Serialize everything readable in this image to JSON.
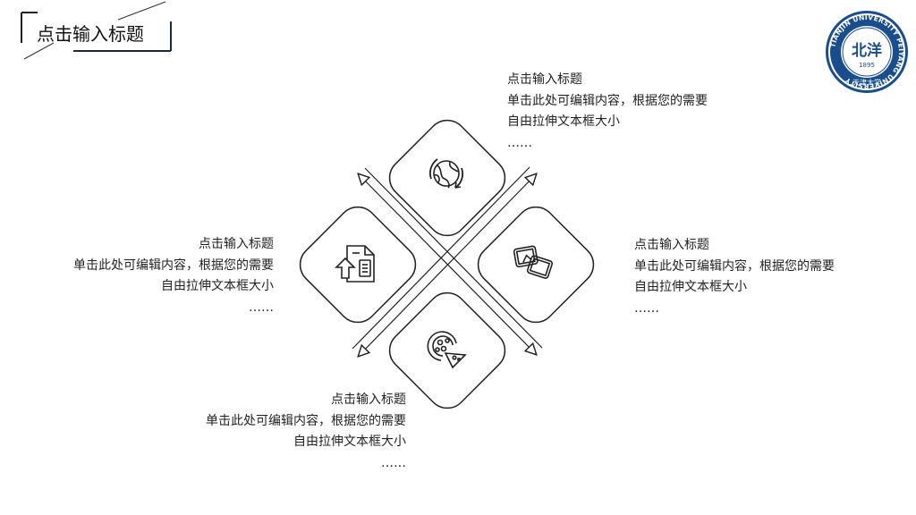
{
  "header": {
    "title": "点击输入标题"
  },
  "logo": {
    "ring_text": "TIANJIN UNIVERSITY PEIYANG UNIVERSITY",
    "center_text": "北洋",
    "year": "1895",
    "bottom_text": "天津大学",
    "color": "#1a4d8c"
  },
  "items": [
    {
      "title": "点击输入标题",
      "line1": "单击此处可编辑内容，根据您的需要",
      "line2": "自由拉伸文本框大小",
      "ellipsis": "……",
      "icon": "globe-refresh-icon"
    },
    {
      "title": "点击输入标题",
      "line1": "单击此处可编辑内容，根据您的需要",
      "line2": "自由拉伸文本框大小",
      "ellipsis": "……",
      "icon": "photos-icon"
    },
    {
      "title": "点击输入标题",
      "line1": "单击此处可编辑内容，根据您的需要",
      "line2": "自由拉伸文本框大小",
      "ellipsis": "……",
      "icon": "pizza-icon"
    },
    {
      "title": "点击输入标题",
      "line1": "单击此处可编辑内容，根据您的需要",
      "line2": "自由拉伸文本框大小",
      "ellipsis": "……",
      "icon": "document-upload-icon"
    }
  ]
}
